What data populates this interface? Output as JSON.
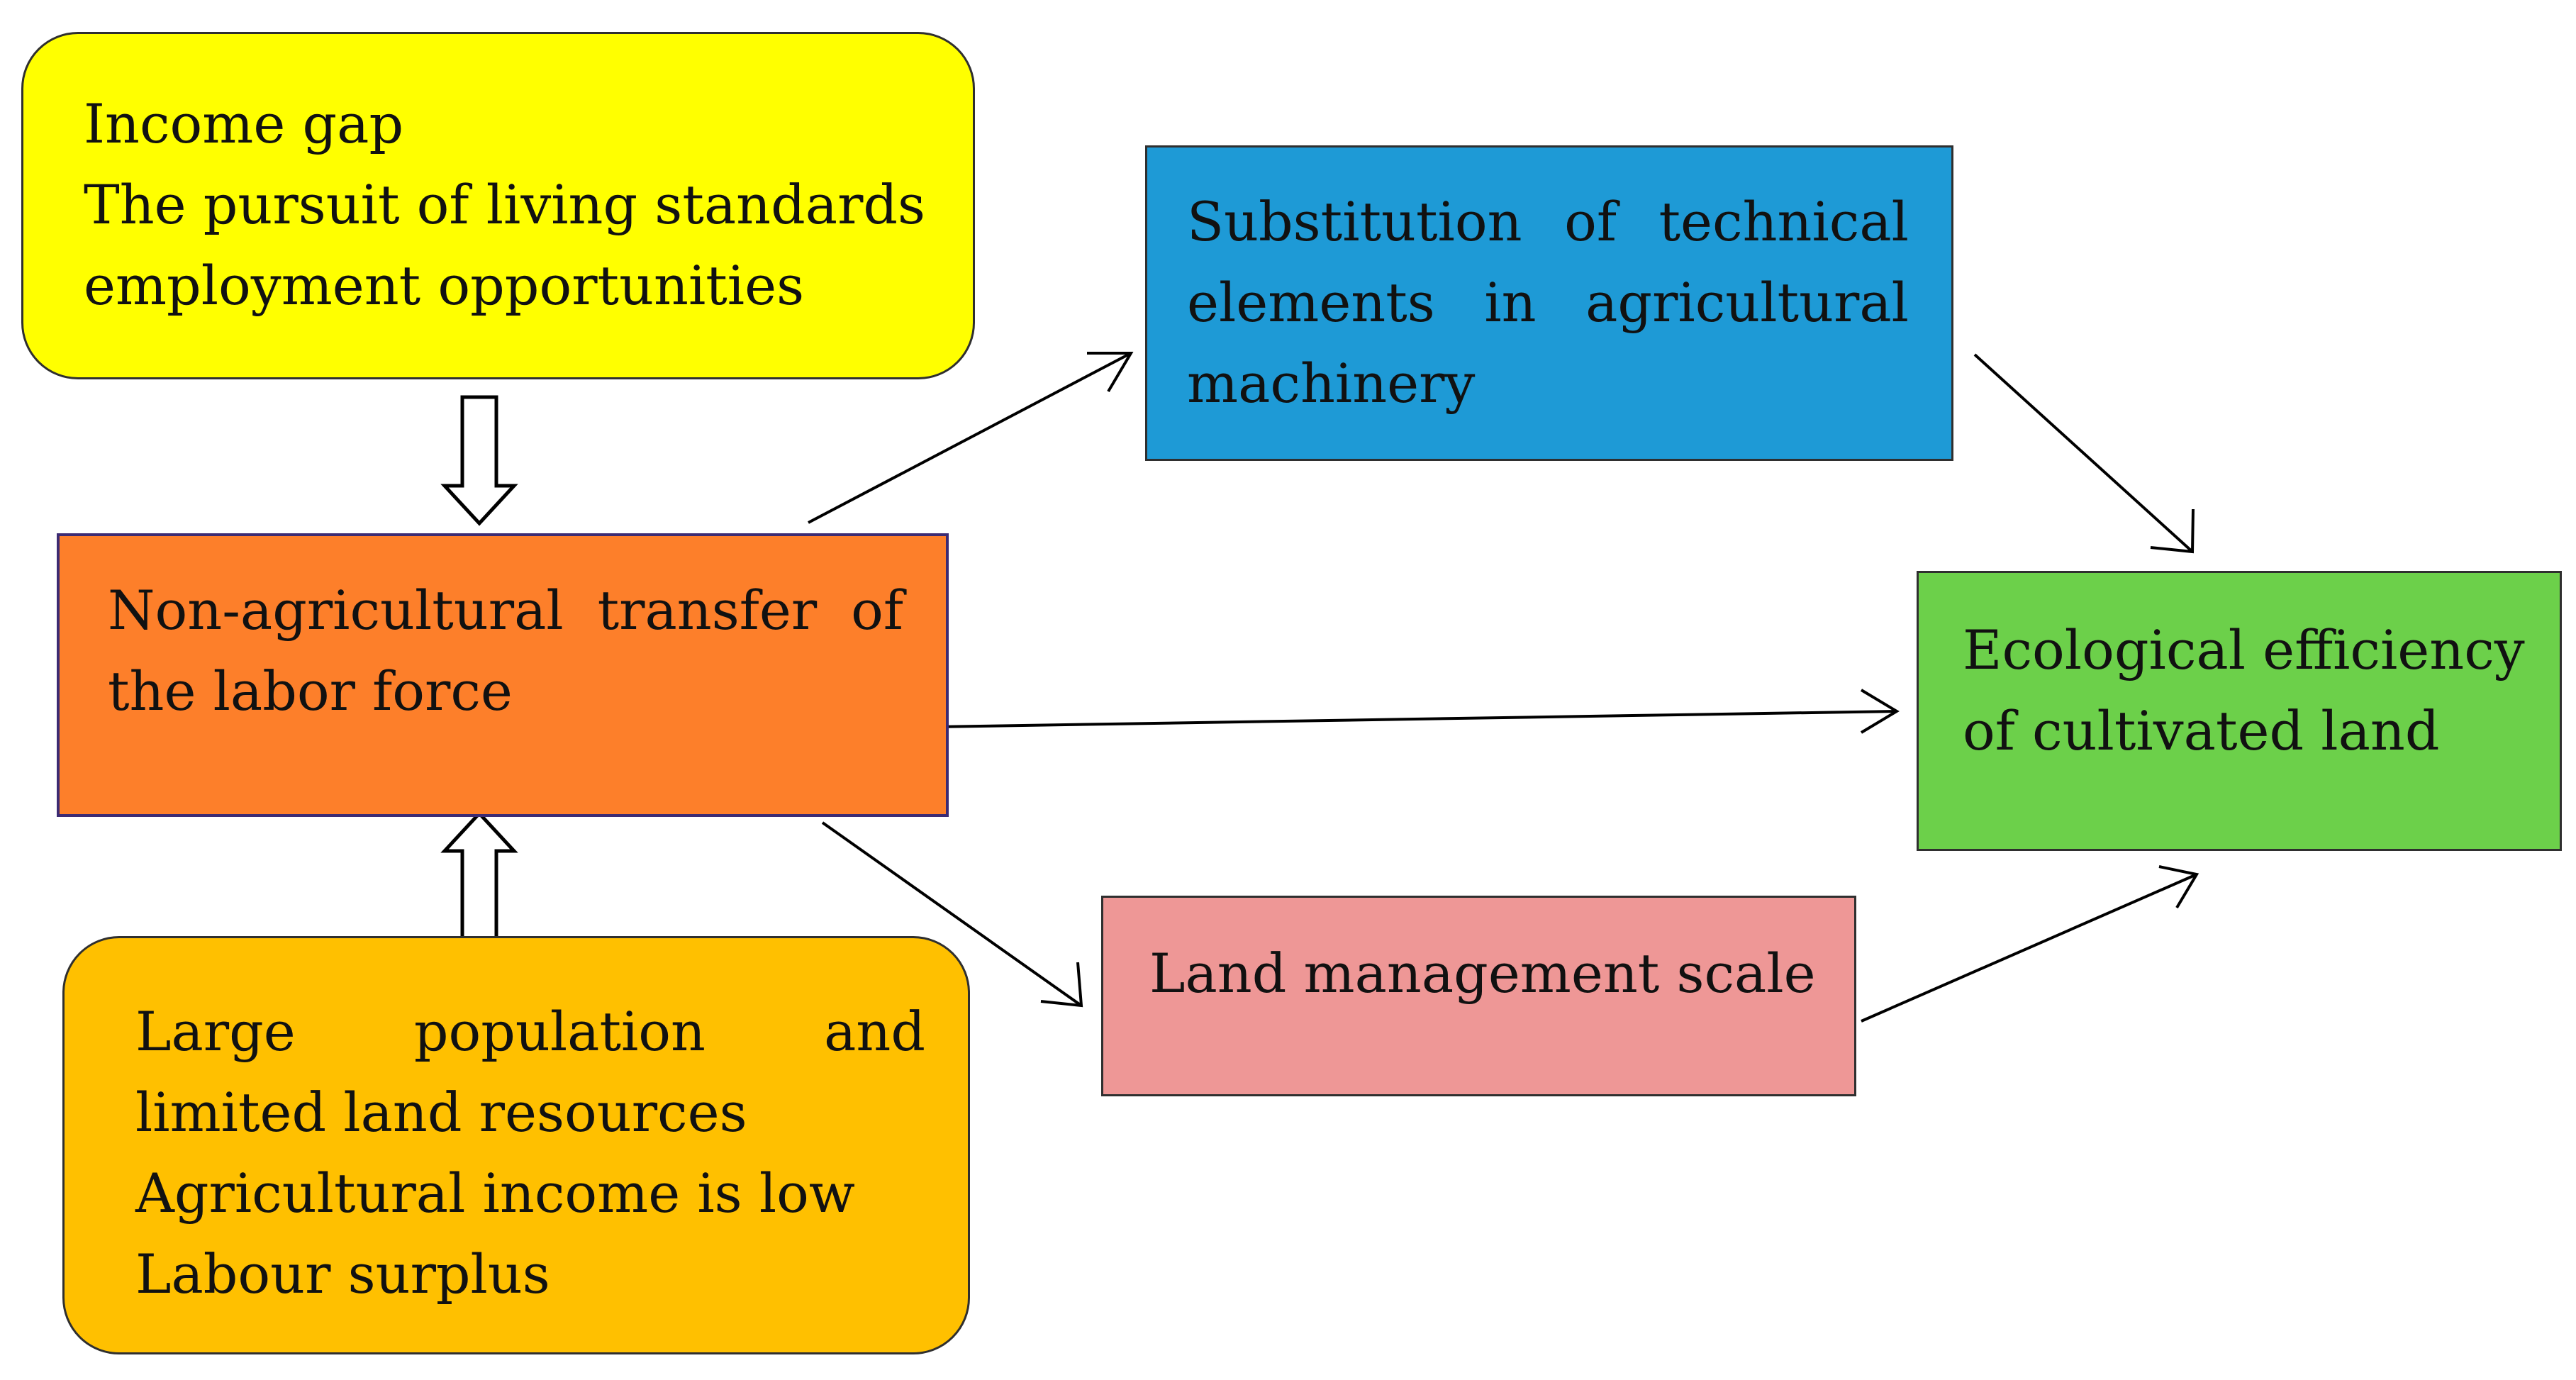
{
  "boxes": {
    "drivers_pull": {
      "lines": [
        "Income gap",
        "The pursuit of living standards",
        "employment opportunities"
      ],
      "fill": "#ffff00"
    },
    "labor_transfer": {
      "lines": [
        "Non-agricultural transfer of",
        "the labor force"
      ],
      "fill": "#fd7f2a"
    },
    "drivers_push": {
      "lines": [
        "Large population and",
        "limited land resources",
        "Agricultural income is low",
        "Labour surplus"
      ],
      "fill": "#ffc000"
    },
    "machinery": {
      "lines": [
        "Substitution of technical",
        "elements in agricultural",
        "machinery"
      ],
      "fill": "#1e9ad6"
    },
    "land_scale": {
      "lines": [
        "Land management scale"
      ],
      "fill": "#ee9796"
    },
    "ecological": {
      "lines": [
        "Ecological efficiency",
        "of cultivated land"
      ],
      "fill": "#6cd04a"
    }
  },
  "colors": {
    "border": "#2f2f2f",
    "center_border": "#3c2b73",
    "arrow": "#000000"
  }
}
